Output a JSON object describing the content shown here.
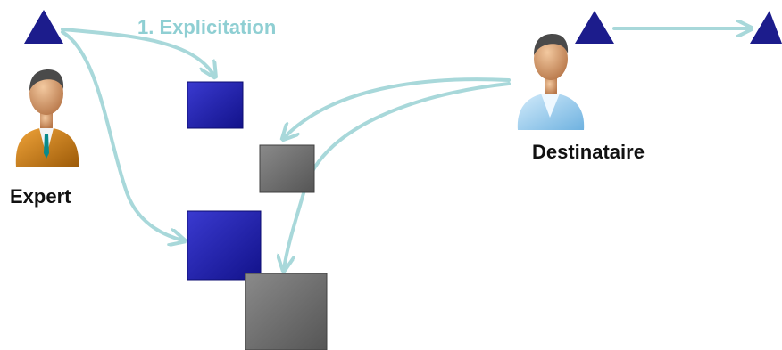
{
  "labels": {
    "step": "1. Explicitation",
    "expert": "Expert",
    "destinataire": "Destinataire"
  },
  "colors": {
    "arrow": "#a8d8da",
    "step_text": "#8fcfd3",
    "triangle": "#1c1c8c",
    "blue_square": "#1f1fa8",
    "gray_square": "#6e6e6e",
    "label_text": "#111111",
    "expert_jacket": "#c97d10",
    "destinataire_shirt": "#9ed0ef",
    "skin": "#e0a97a",
    "hair": "#4a4a4a"
  },
  "icons": {
    "expert": "person-expert-icon",
    "destinataire": "person-destinataire-icon",
    "triangle": "triangle-marker-icon"
  }
}
